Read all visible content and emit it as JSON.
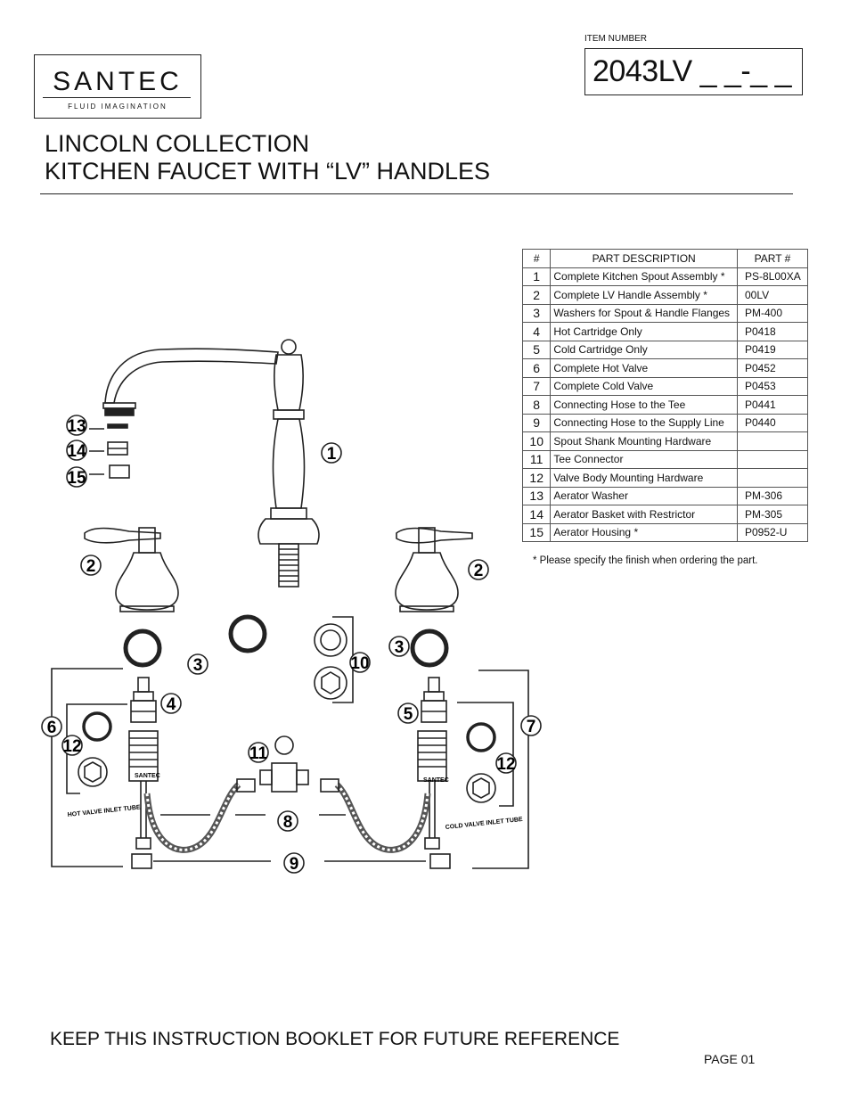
{
  "logo": {
    "brand": "SANTEC",
    "tagline": "FLUID IMAGINATION"
  },
  "item": {
    "label": "ITEM NUMBER",
    "value": "2043LV _ _-_ _"
  },
  "title": {
    "line1": "LINCOLN COLLECTION",
    "line2": "KITCHEN FAUCET WITH “LV” HANDLES"
  },
  "parts_table": {
    "headers": [
      "#",
      "PART  DESCRIPTION",
      "PART #"
    ],
    "rows": [
      {
        "num": "1",
        "desc": "Complete Kitchen Spout Assembly  *",
        "part": "PS-8L00XA"
      },
      {
        "num": "2",
        "desc": "Complete LV Handle Assembly *",
        "part": "00LV"
      },
      {
        "num": "3",
        "desc": "Washers for Spout & Handle  Flanges",
        "part": "PM-400"
      },
      {
        "num": "4",
        "desc": "Hot Cartridge Only",
        "part": "P0418"
      },
      {
        "num": "5",
        "desc": "Cold Cartridge Only",
        "part": "P0419"
      },
      {
        "num": "6",
        "desc": "Complete Hot Valve",
        "part": "P0452"
      },
      {
        "num": "7",
        "desc": "Complete Cold Valve",
        "part": "P0453"
      },
      {
        "num": "8",
        "desc": "Connecting Hose to the Tee",
        "part": "P0441"
      },
      {
        "num": "9",
        "desc": "Connecting Hose to the Supply Line",
        "part": "P0440"
      },
      {
        "num": "10",
        "desc": "Spout Shank Mounting Hardware",
        "part": ""
      },
      {
        "num": "11",
        "desc": "Tee Connector",
        "part": ""
      },
      {
        "num": "12",
        "desc": "Valve Body Mounting Hardware",
        "part": ""
      },
      {
        "num": "13",
        "desc": "Aerator Washer",
        "part": "PM-306"
      },
      {
        "num": "14",
        "desc": "Aerator Basket with Restrictor",
        "part": "PM-305"
      },
      {
        "num": "15",
        "desc": "Aerator Housing *",
        "part": "P0952-U"
      }
    ]
  },
  "note": "* Please specify the finish when ordering the part.",
  "diagram": {
    "callouts": [
      "13",
      "14",
      "15",
      "1",
      "2",
      "2",
      "3",
      "3",
      "10",
      "4",
      "5",
      "6",
      "12",
      "7",
      "12",
      "11",
      "8",
      "9"
    ],
    "stamp": "SANTEC",
    "hot_tube": "HOT VALVE INLET TUBE",
    "cold_tube": "COLD VALVE INLET TUBE"
  },
  "footer": {
    "text": "KEEP THIS INSTRUCTION BOOKLET FOR FUTURE REFERENCE",
    "page": "PAGE  01"
  }
}
